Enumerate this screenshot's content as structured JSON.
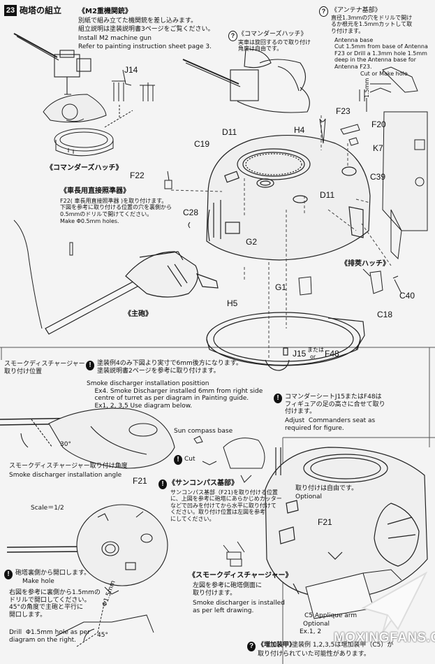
{
  "step": {
    "number": "23",
    "title": "砲塔の組立"
  },
  "m2": {
    "heading": "《M2重機関銃》",
    "jp1": "別紙で組み立てた機関銃を差し込みます。",
    "jp2": "組立説明は塗装説明書3ページをご覧ください。",
    "en1": "Install M2 machine gun",
    "en2": "Refer to painting instruction sheet page 3."
  },
  "antenna": {
    "heading": "《アンテナ基部》",
    "jp": "直径1.3mmの穴をドリルで開け\nるか根元を1.5mmカットして取\nり付けます。",
    "en": "Antenna base\nCut 1.5mm from base of Antenna\nF23 or Drill a 1.3mm hole 1.5mm\ndeep in the Antenna base for\nAntenna F23.",
    "cut_or": "Cut   or   Make hole",
    "dim": "1.5mm"
  },
  "hatch_note": {
    "heading": "《コマンダーズハッチ》",
    "jp": "実車は旋回するので取り付け\n角度は自由です。"
  },
  "commanders_hatch_label": "《コマンダーズハッチ》",
  "periscope": {
    "heading": "《車長用直接照準器》",
    "jp": "F22( 車長用直接照準器 )を取り付けます。\n下図を参考に取り付ける位置の穴を裏側から\n0.5mmのドリルで開けてください。",
    "en": "Make Φ0.5mm holes."
  },
  "main_gun_label": "《主砲》",
  "ejection_hatch_label": "《排莢ハッチ》",
  "parts": {
    "j14": "J14",
    "d11a": "D11",
    "h4": "H4",
    "f23": "F23",
    "f20": "F20",
    "k7": "K7",
    "c19": "C19",
    "c39": "C39",
    "d11b": "D11",
    "f22": "F22",
    "c28": "C28",
    "g2": "G2",
    "g1": "G1",
    "h5": "H5",
    "c40": "C40",
    "c18": "C18",
    "j15": "J15",
    "or_jp": "または",
    "or_en": "or",
    "f48": "F48",
    "f21a": "F21",
    "f21b": "F21",
    "c5": "C5"
  },
  "smoke_pos": {
    "label": "スモークディスチャージャー\n取り付け位置",
    "jp": "塗装例4のみ下図より実寸で6mm後方になります。\n塗装説明書2ページを参考に取り付けます。",
    "en": "Smoke discharger installation posittion\n    Ex4. Smoke Discharger installed 6mm from right side\n    centre of turret as per diagram in Painting guide.\n    Ex1, 2, 3,5 Use diagram below."
  },
  "seat": {
    "jp": "コマンダーシートJ15またはF48は\nフィギュアの足の高さに合せて取り\n付けます。",
    "en": "Adjust  Commanders seat as\nrequired for figure."
  },
  "angle": {
    "deg30": "30°",
    "jp": "スモークディスチャージャー取り付け角度",
    "en": "Smoke discharger installation angle"
  },
  "sun_compass": {
    "label": "Sun compass base",
    "cut": "Cut",
    "heading": "《サンコンパス基部》",
    "jp": "サンコンパス基部（F21)を取り付ける位置\nに、上図を参考に砲塔にあらかじめカッター\nなどで凹みを付けてから水平に取り付けて\nください。取り付け位置は左図を参考\nにしてください。"
  },
  "scale": "Scale＝1/2",
  "optional": {
    "jp": "取り付けは自由です。",
    "en": "Optional"
  },
  "drill": {
    "jp1": "砲塔裏側から開口します。",
    "en1": "Make hole",
    "jp2": "右図を参考に裏側から1.5mmの\nドリルで開口してください。\n45°の角度で主砲と平行に\n開口します。",
    "en2": "Drill  Φ1.5mm hole as per\ndiagram on the right.",
    "phi": "Φ1.5mm",
    "deg45": "45°"
  },
  "smoke_dis": {
    "heading": "《スモークディスチャージャー》",
    "jp": "左図を参考に砲塔側面に\n取り付けます。",
    "en": "Smoke discharger is installed\nas per left drawing."
  },
  "applique": {
    "label": "C5  Applique arm",
    "optional": "Optional",
    "ex": "Ex.1, 2",
    "heading": "《増加装甲》",
    "jp1": "塗装例 1,2,3,5は増加装甲（C5）が",
    "jp2": "取り付けられていた可能性があります。"
  },
  "watermark": "MOXINGFANS.COM",
  "colors": {
    "ink": "#111111",
    "paper": "#f4f4f4"
  }
}
